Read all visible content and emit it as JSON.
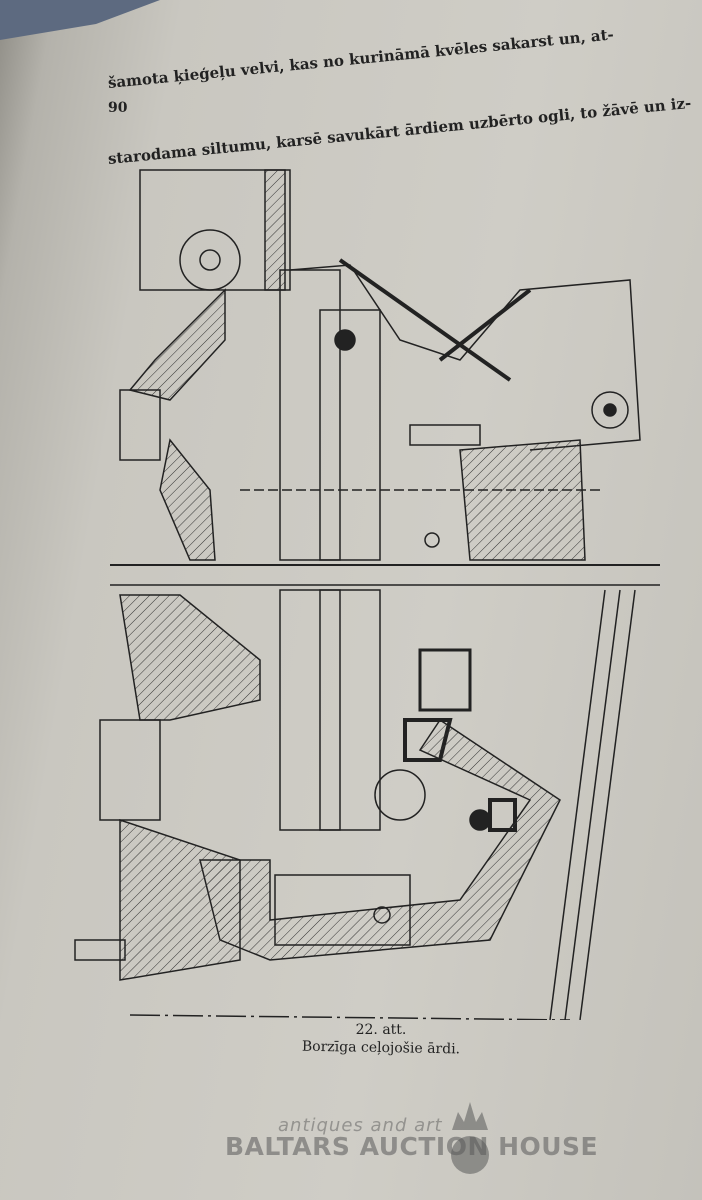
{
  "page": {
    "number": "90",
    "text_lines": [
      "šamota ķieģeļu velvi, kas no kurināmā kvēles sakarst un, at-",
      "starodama siltumu, karsē savukārt ārdiem uzbērto ogli, to žāvē un iz-"
    ]
  },
  "figure": {
    "number": "22. att.",
    "caption": "Borzīga ceļojošie ārdi."
  },
  "watermark": {
    "tagline": "antiques and art",
    "name": "BALTARS AUCTION HOUSE"
  }
}
